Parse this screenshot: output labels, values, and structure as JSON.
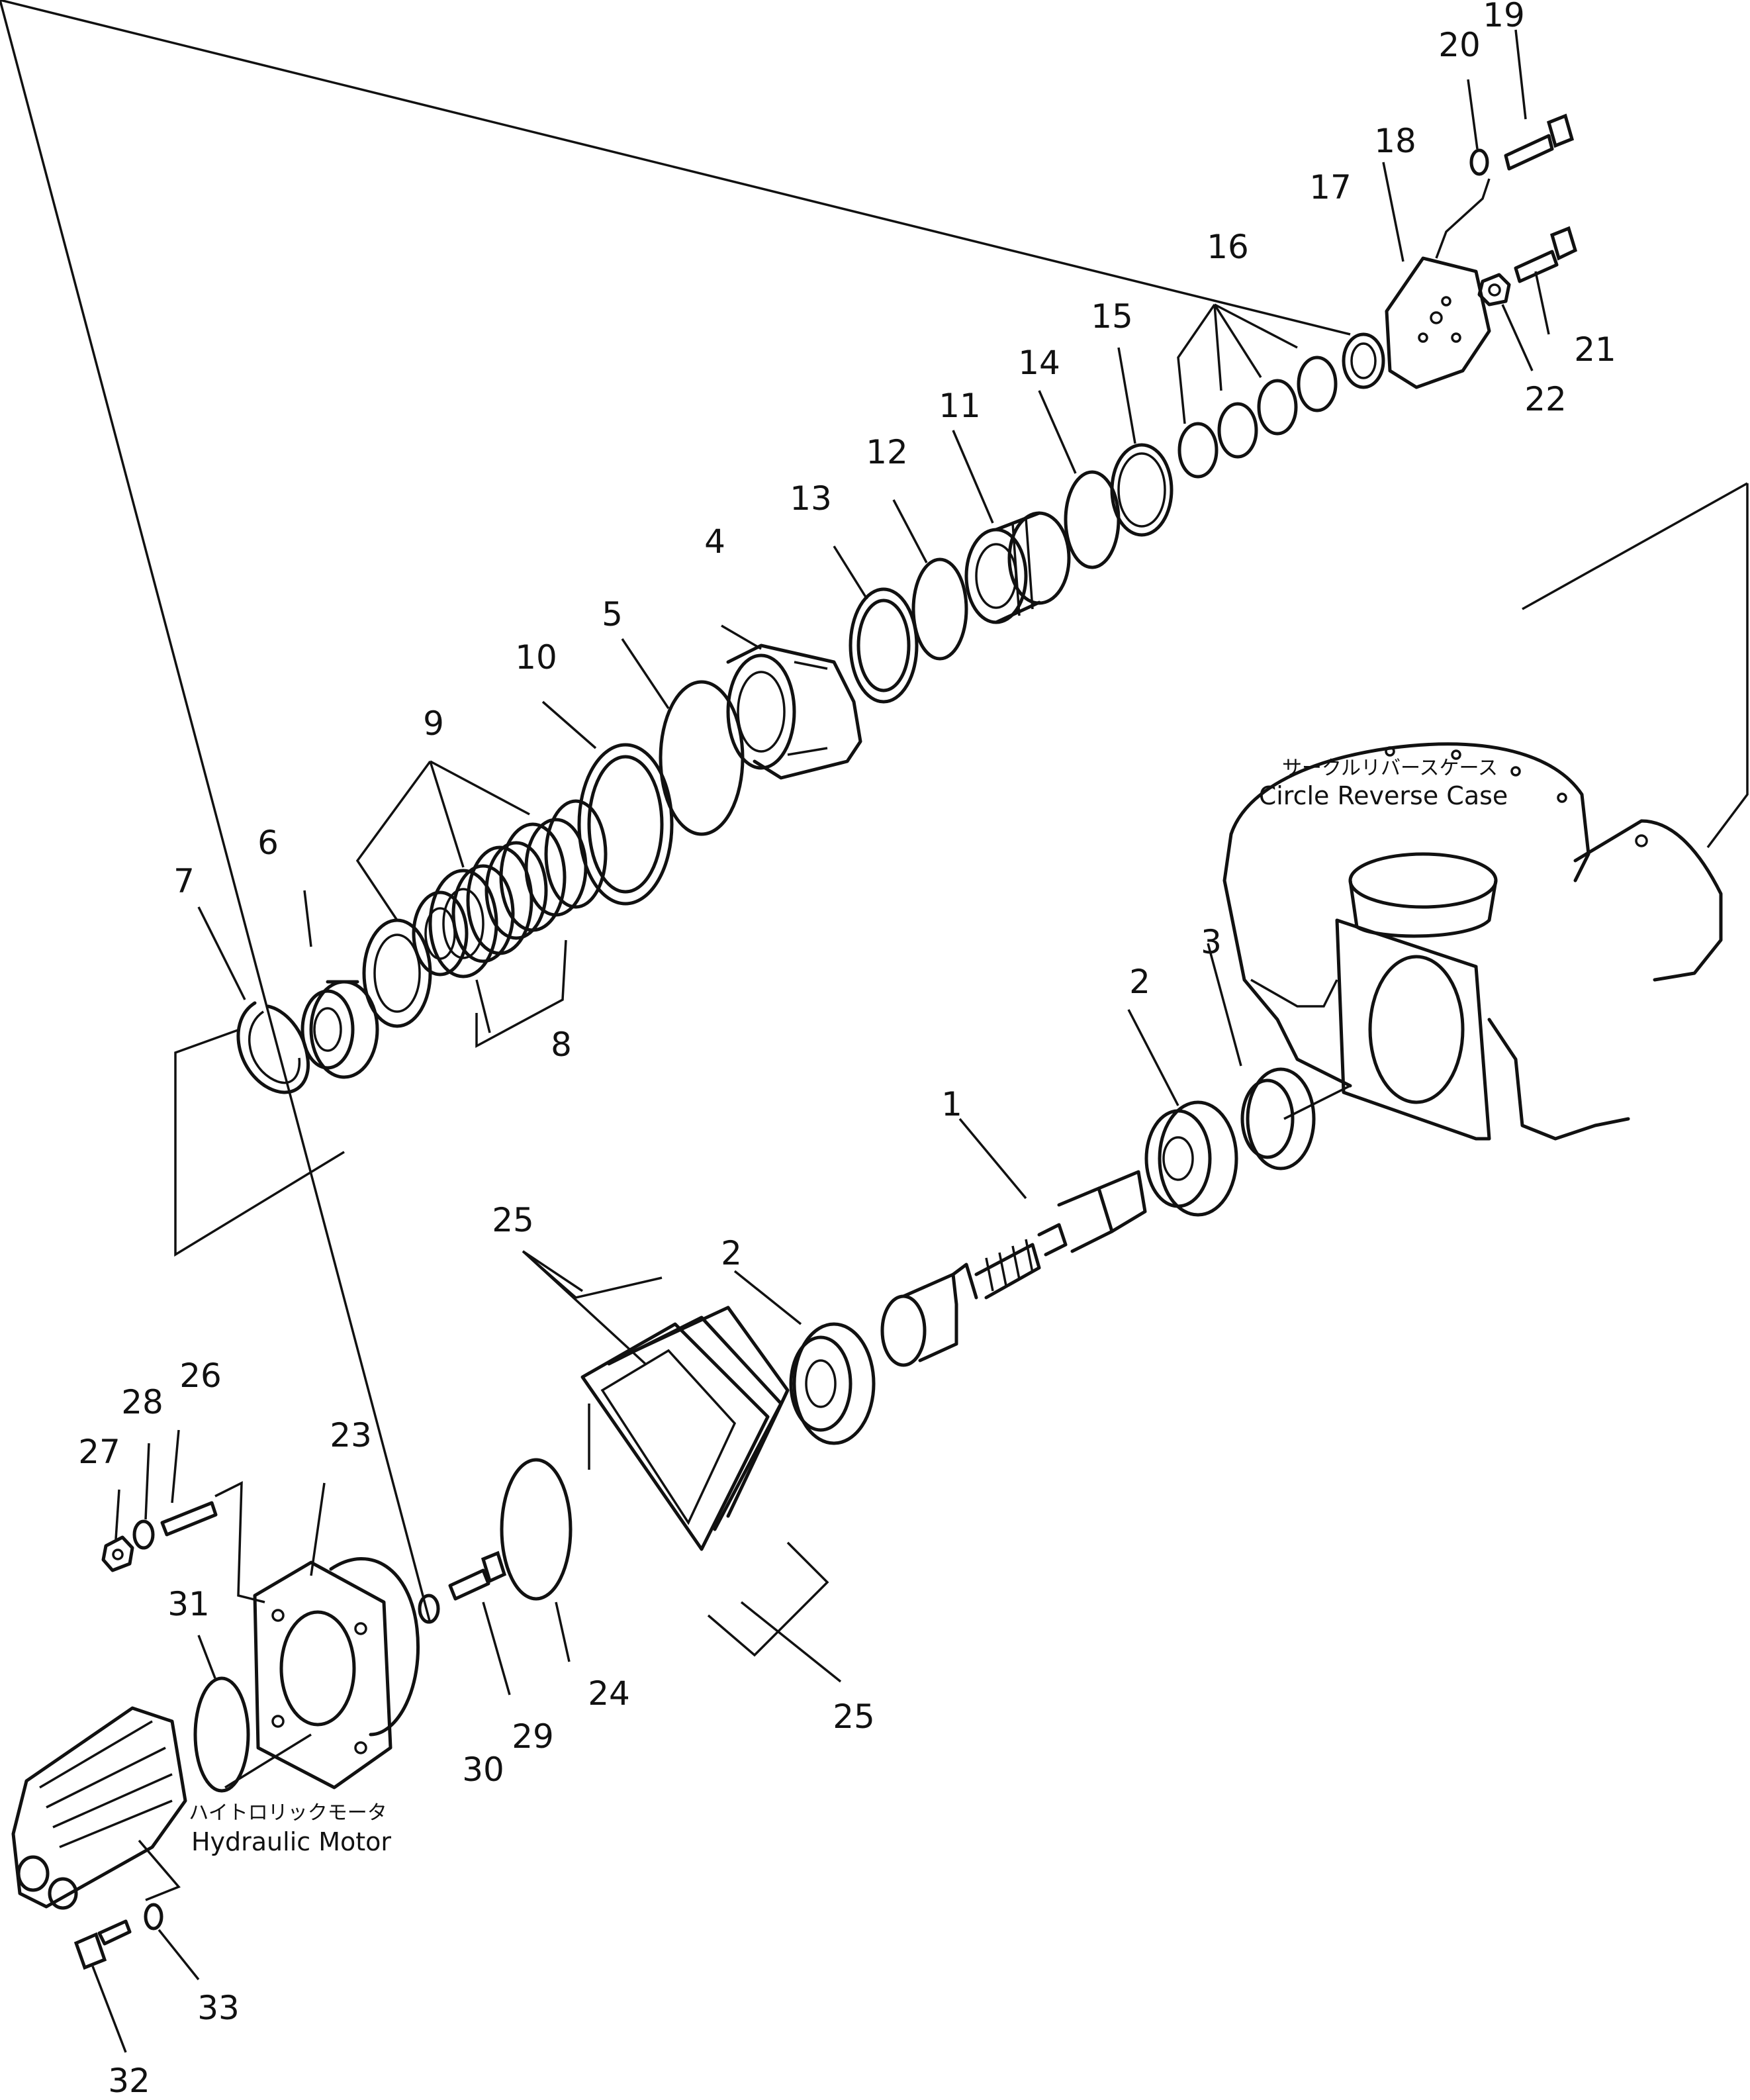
{
  "captions": {
    "circle_reverse_case_jp": "サークルリバースケース",
    "circle_reverse_case_en": "Circle Reverse Case",
    "hydraulic_motor_jp": "ハイトロリックモータ",
    "hydraulic_motor_en": "Hydraulic Motor"
  },
  "part_numbers": [
    {
      "id": "1",
      "label": "1"
    },
    {
      "id": "2a",
      "label": "2"
    },
    {
      "id": "2b",
      "label": "2"
    },
    {
      "id": "3",
      "label": "3"
    },
    {
      "id": "4",
      "label": "4"
    },
    {
      "id": "5",
      "label": "5"
    },
    {
      "id": "6",
      "label": "6"
    },
    {
      "id": "7",
      "label": "7"
    },
    {
      "id": "8",
      "label": "8"
    },
    {
      "id": "9",
      "label": "9"
    },
    {
      "id": "10",
      "label": "10"
    },
    {
      "id": "11",
      "label": "11"
    },
    {
      "id": "12",
      "label": "12"
    },
    {
      "id": "13",
      "label": "13"
    },
    {
      "id": "14",
      "label": "14"
    },
    {
      "id": "15",
      "label": "15"
    },
    {
      "id": "16",
      "label": "16"
    },
    {
      "id": "17",
      "label": "17"
    },
    {
      "id": "18",
      "label": "18"
    },
    {
      "id": "19",
      "label": "19"
    },
    {
      "id": "20",
      "label": "20"
    },
    {
      "id": "21",
      "label": "21"
    },
    {
      "id": "22",
      "label": "22"
    },
    {
      "id": "23",
      "label": "23"
    },
    {
      "id": "24",
      "label": "24"
    },
    {
      "id": "25a",
      "label": "25"
    },
    {
      "id": "25b",
      "label": "25"
    },
    {
      "id": "26",
      "label": "26"
    },
    {
      "id": "27",
      "label": "27"
    },
    {
      "id": "28",
      "label": "28"
    },
    {
      "id": "29",
      "label": "29"
    },
    {
      "id": "30",
      "label": "30"
    },
    {
      "id": "31",
      "label": "31"
    },
    {
      "id": "32",
      "label": "32"
    },
    {
      "id": "33",
      "label": "33"
    }
  ]
}
